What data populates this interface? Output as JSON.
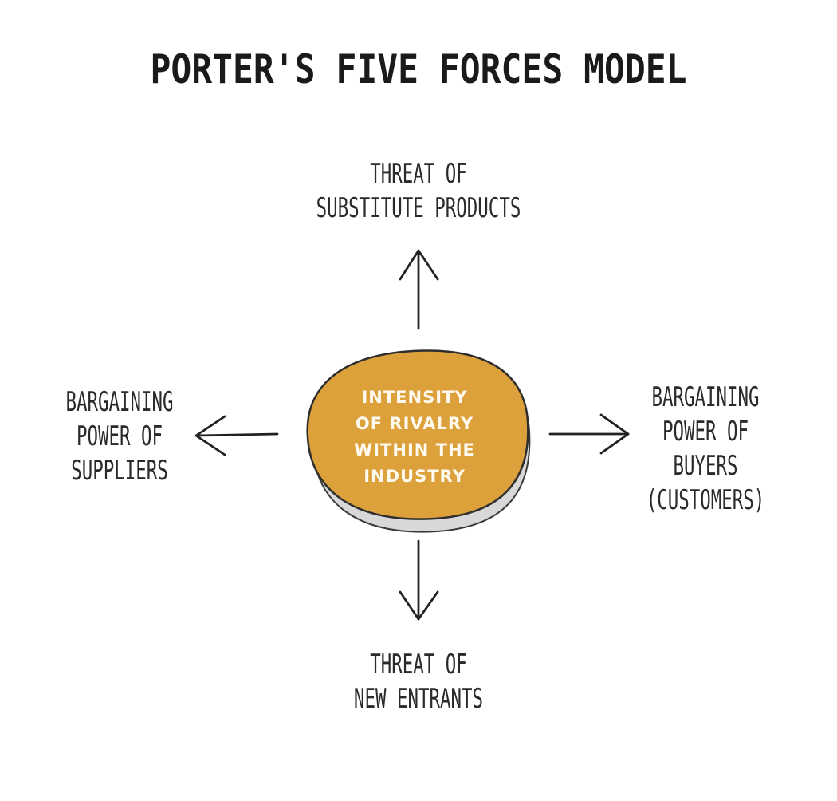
{
  "title": "PORTER'S FIVE FORCES MODEL",
  "center": {
    "lines": [
      "INTENSITY",
      "OF RIVALRY",
      "WITHIN THE",
      "INDUSTRY"
    ],
    "fill_color": "#dca13b"
  },
  "forces": {
    "top": {
      "lines": [
        "THREAT OF",
        "SUBSTITUTE PRODUCTS"
      ]
    },
    "left": {
      "lines": [
        "BARGAINING",
        "POWER OF",
        "SUPPLIERS"
      ]
    },
    "right": {
      "lines": [
        "BARGAINING",
        "POWER OF",
        "BUYERS",
        "(CUSTOMERS)"
      ]
    },
    "bottom": {
      "lines": [
        "THREAT OF",
        "NEW ENTRANTS"
      ]
    }
  }
}
